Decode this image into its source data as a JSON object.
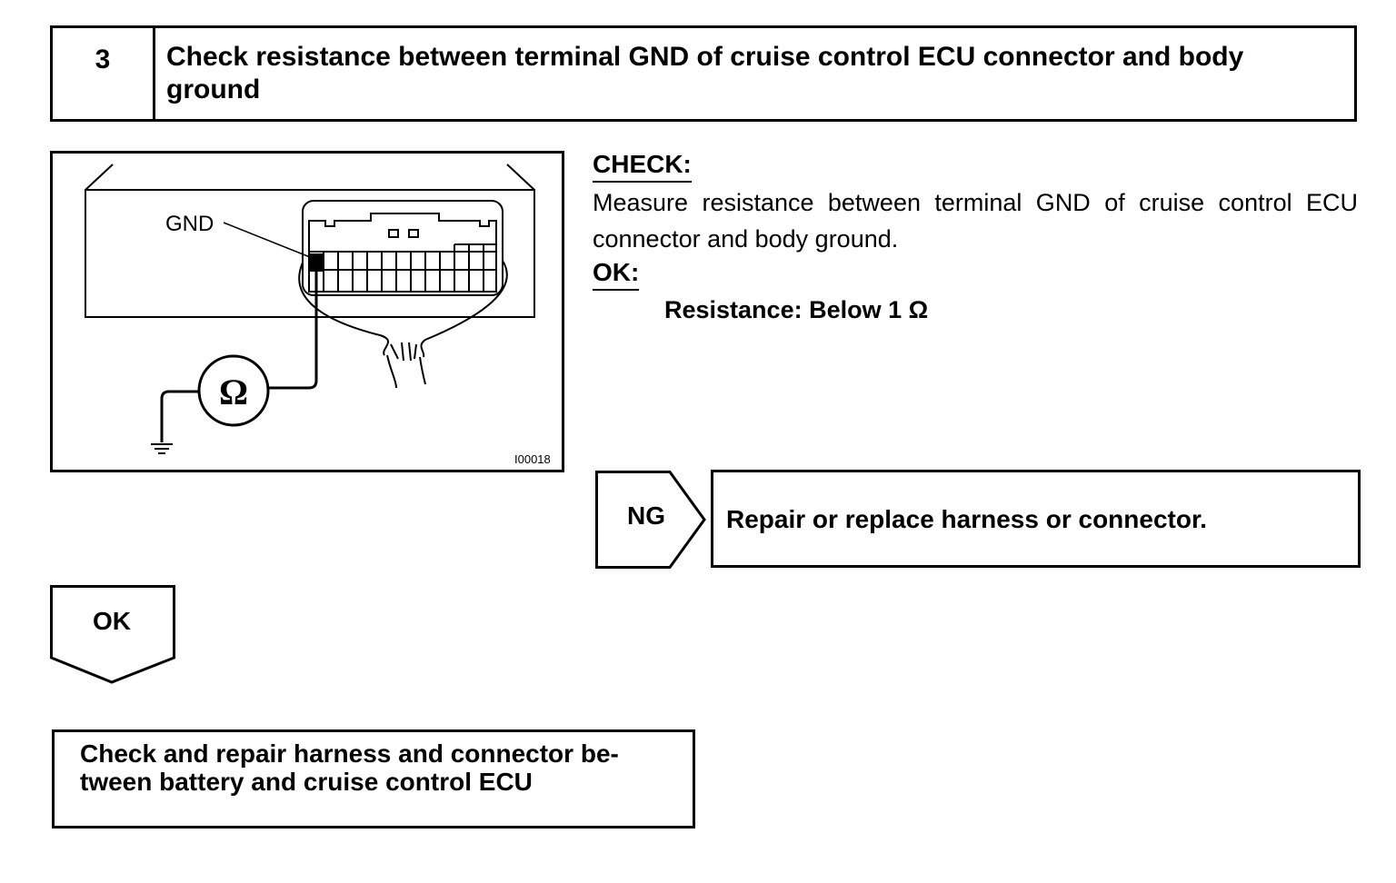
{
  "step": {
    "number": "3",
    "title": "Check resistance between terminal GND of cruise control ECU connector and body ground"
  },
  "figure": {
    "terminal_label": "GND",
    "meter_symbol": "Ω",
    "figure_id": "I00018",
    "icons": [
      "ohmmeter-icon",
      "ground-symbol-icon",
      "ecu-connector-icon",
      "wire-harness-icon"
    ]
  },
  "check": {
    "heading": "CHECK:",
    "body": "Measure resistance between terminal GND of cruise control ECU connector and body ground.",
    "ok_heading": "OK:",
    "ok_spec": "Resistance: Below 1 Ω"
  },
  "ng_branch": {
    "label": "NG",
    "action": "Repair or replace harness or connector."
  },
  "ok_branch": {
    "label": "OK"
  },
  "next_step": {
    "text": "Check and repair harness and connector be- tween battery and cruise control ECU"
  }
}
